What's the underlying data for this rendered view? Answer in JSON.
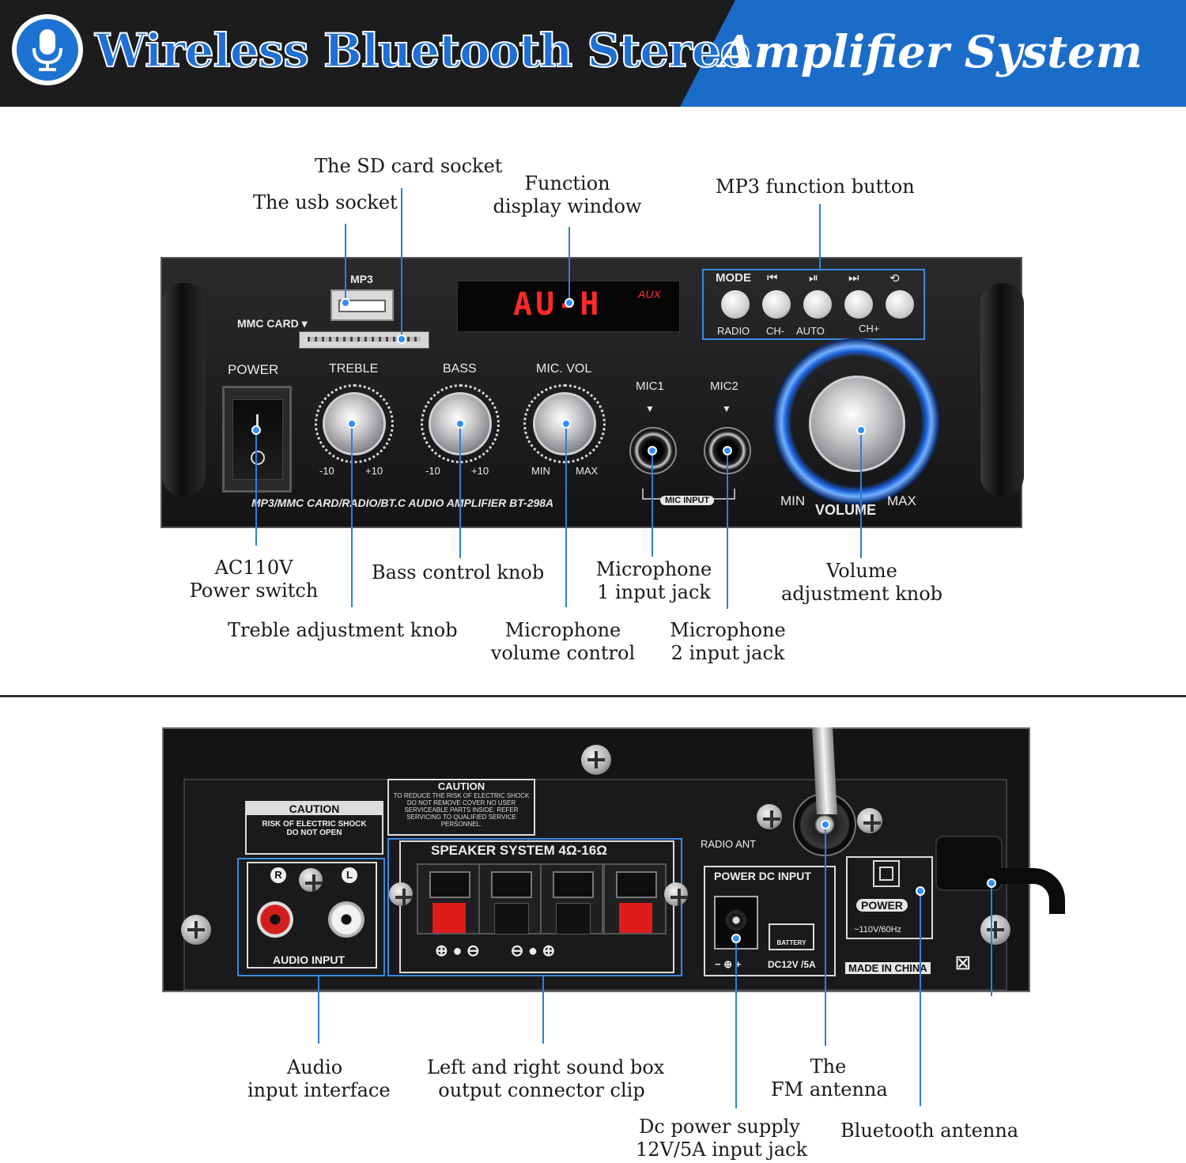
{
  "header": {
    "title": "Wireless Bluetooth Stereo",
    "subtitle": "Amplifier System",
    "icon": "microphone-icon",
    "colors": {
      "dark": "#1c1c1e",
      "blue": "#1b6cc9"
    }
  },
  "front_labels": {
    "sd_socket": "The SD card socket",
    "usb_socket": "The usb socket",
    "display_line1": "Function",
    "display_line2": "display window",
    "mp3_button": "MP3 function button",
    "power_line1": "AC110V",
    "power_line2": "Power switch",
    "bass": "Bass control knob",
    "mic1_line1": "Microphone",
    "mic1_line2": "1 input jack",
    "volume_line1": "Volume",
    "volume_line2": "adjustment knob",
    "treble": "Treble adjustment knob",
    "micvol_line1": "Microphone",
    "micvol_line2": "volume control",
    "mic2_line1": "Microphone",
    "mic2_line2": "2 input jack"
  },
  "front_panel": {
    "mp3": "MP3",
    "mmc_card": "MMC CARD ▾",
    "display_text": "AU-H",
    "aux": "AUX",
    "mode": "MODE",
    "btn_icons": [
      "⏮",
      "⏯",
      "⏭",
      "⟲"
    ],
    "btn_labels": [
      "RADIO",
      "CH-",
      "AUTO",
      "CH+"
    ],
    "power": "POWER",
    "treble": "TREBLE",
    "bass": "BASS",
    "mic_vol": "MIC. VOL",
    "mic1": "MIC1",
    "mic2": "MIC2",
    "treble_min": "-10",
    "treble_max": "+10",
    "bass_min": "-10",
    "bass_max": "+10",
    "micvol_min": "MIN",
    "micvol_max": "MAX",
    "model_text": "MP3/MMC CARD/RADIO/BT.C AUDIO AMPLIFIER BT-298A",
    "mic_input": "MIC INPUT",
    "vol_min": "MIN",
    "vol_max": "MAX",
    "volume": "VOLUME"
  },
  "rear_panel": {
    "caution1_title": "CAUTION",
    "caution1_text": "TO REDUCE THE RISK OF ELECTRIC SHOCK DO NOT REMOVE COVER NO USER SERVICEABLE PARTS INSIDE. REFER SERVICING TO QUALIFIED SERVICE PERSONNEL.",
    "caution2_title": "CAUTION",
    "caution2_line1": "RISK OF ELECTRIC SHOCK",
    "caution2_line2": "DO NOT OPEN",
    "r": "R",
    "l": "L",
    "audio_input": "AUDIO INPUT",
    "speaker_system": "SPEAKER SYSTEM 4Ω-16Ω",
    "radio_ant": "RADIO ANT",
    "power_dc_input": "POWER DC INPUT",
    "battery": "BATTERY",
    "dc_spec": "DC12V /5A",
    "power": "POWER",
    "ac_spec": "~110V/60Hz",
    "made_in": "MADE IN CHINA"
  },
  "rear_labels": {
    "audio_line1": "Audio",
    "audio_line2": "input interface",
    "speaker_line1": "Left and right sound box",
    "speaker_line2": "output connector clip",
    "fm_line1": "The",
    "fm_line2": "FM antenna",
    "dc_line1": "Dc power supply",
    "dc_line2": "12V/5A input jack",
    "bt": "Bluetooth antenna"
  }
}
